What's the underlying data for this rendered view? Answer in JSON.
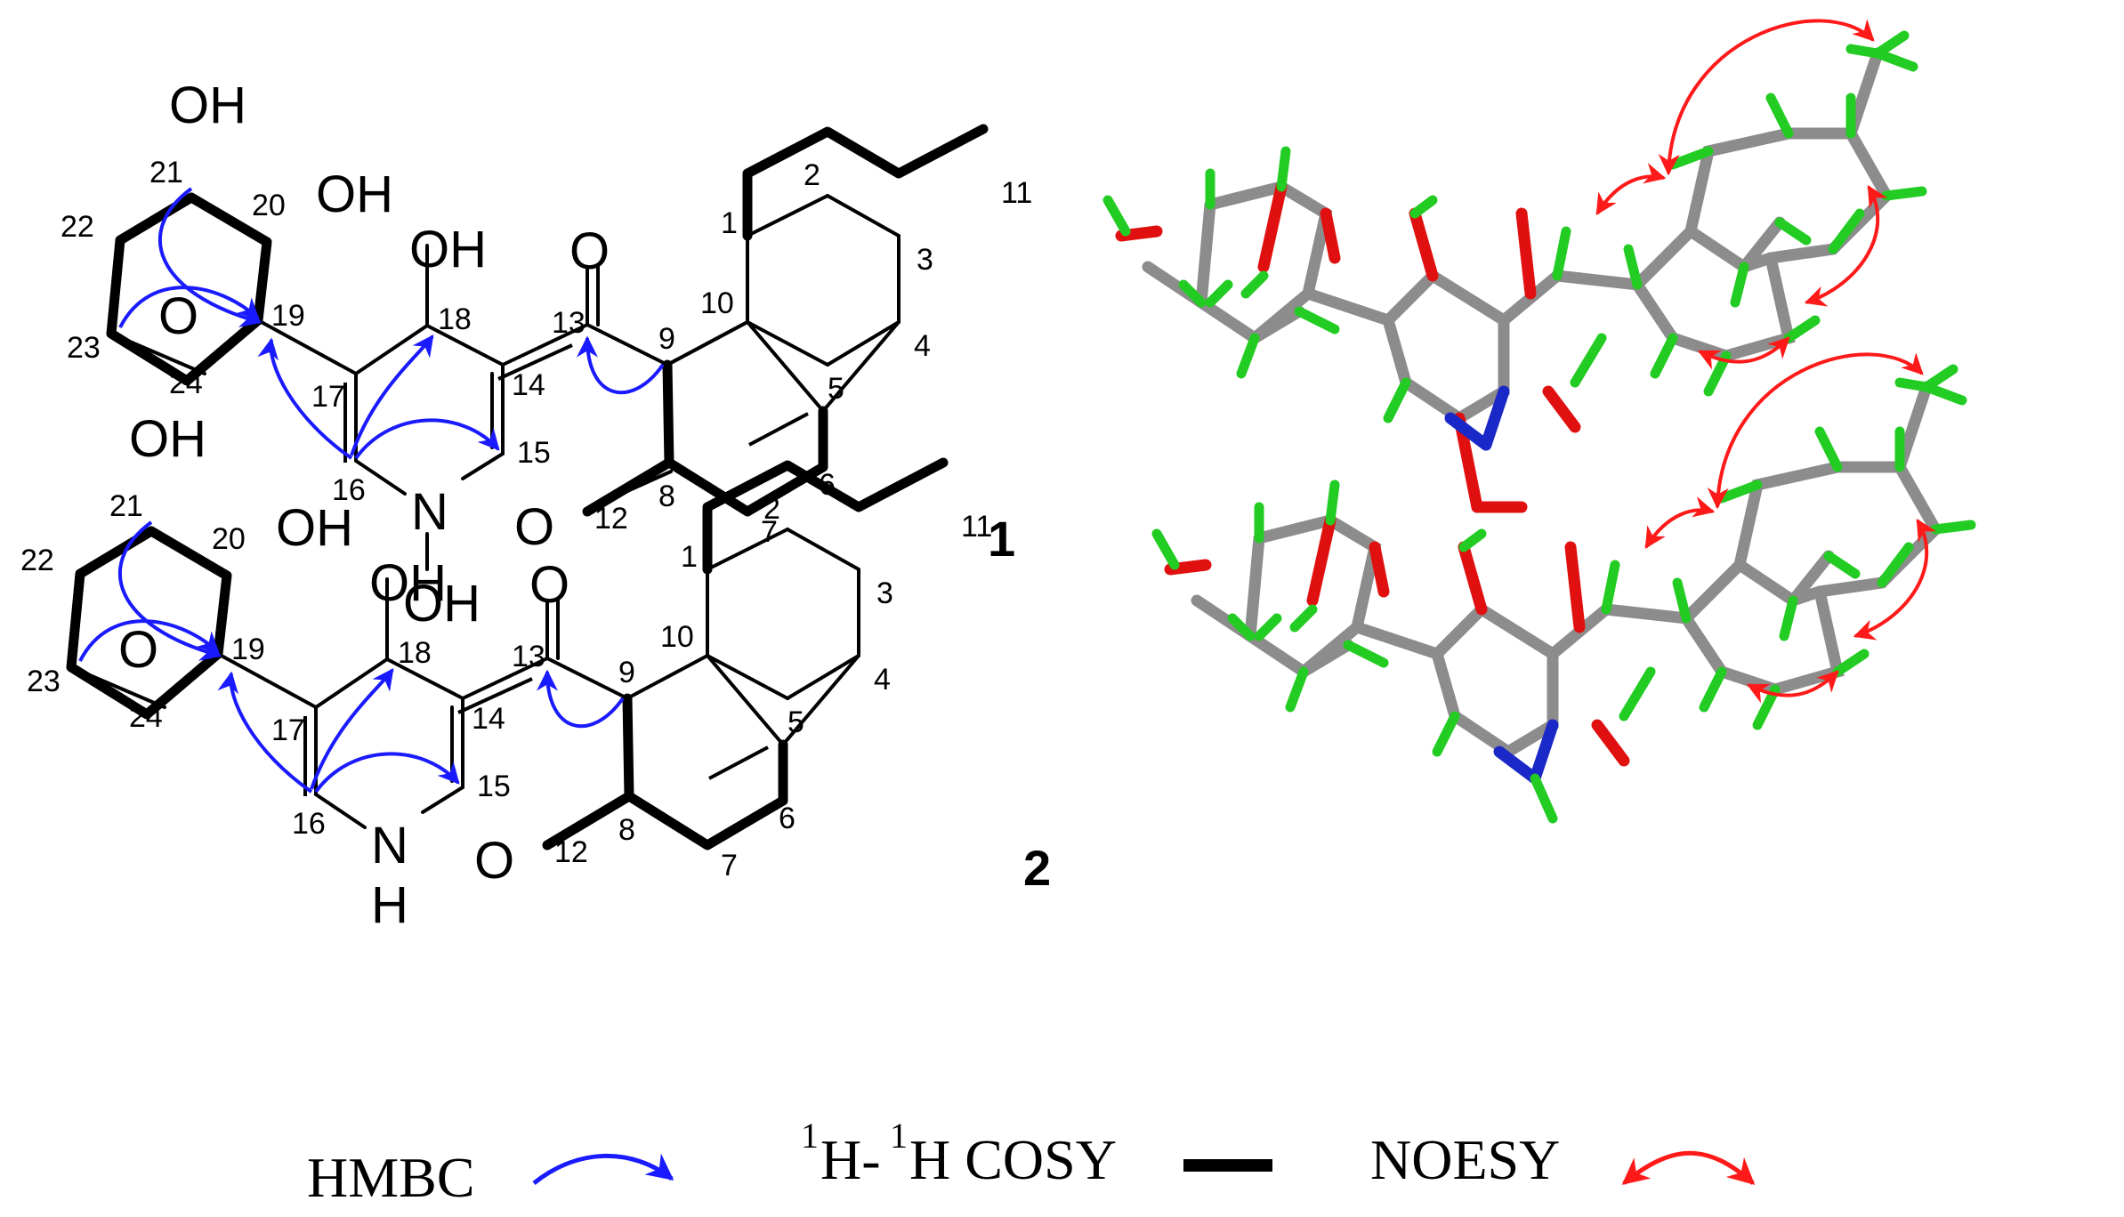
{
  "colors": {
    "hmbc": "#1a1aff",
    "noesy": "#ff1a1a",
    "bond": "#000000",
    "carbon": "#8c8c8c",
    "hydrogen": "#22cc22",
    "oxygen": "#e01010",
    "nitrogen": "#1a28c8"
  },
  "compounds": [
    {
      "label": "1",
      "atoms": {
        "OH21": "OH",
        "OH20": "OH",
        "OH18": "OH",
        "O13": "O",
        "O15": "O",
        "Oring": "O",
        "N": "N",
        "NOH": "OH"
      },
      "numbers": {
        "c1": "1",
        "c2": "2",
        "c3": "3",
        "c4": "4",
        "c5": "5",
        "c6": "6",
        "c7": "7",
        "c8": "8",
        "c9": "9",
        "c10": "10",
        "c11": "11",
        "c12": "12",
        "c13": "13",
        "c14": "14",
        "c15": "15",
        "c16": "16",
        "c17": "17",
        "c18": "18",
        "c19": "19",
        "c20": "20",
        "c21": "21",
        "c22": "22",
        "c23": "23",
        "c24": "24"
      }
    },
    {
      "label": "2",
      "atoms": {
        "OH21": "OH",
        "OH20": "OH",
        "OH18": "OH",
        "O13": "O",
        "O15": "O",
        "Oring": "O",
        "N": "N",
        "NH": "H"
      },
      "numbers": {
        "c1": "1",
        "c2": "2",
        "c3": "3",
        "c4": "4",
        "c5": "5",
        "c6": "6",
        "c7": "7",
        "c8": "8",
        "c9": "9",
        "c10": "10",
        "c11": "11",
        "c12": "12",
        "c13": "13",
        "c14": "14",
        "c15": "15",
        "c16": "16",
        "c17": "17",
        "c18": "18",
        "c19": "19",
        "c20": "20",
        "c21": "21",
        "c22": "22",
        "c23": "23",
        "c24": "24"
      }
    }
  ],
  "legend": {
    "hmbc": "HMBC",
    "cosy_sup1": "1",
    "cosy_h1": "H-",
    "cosy_sup2": "1",
    "cosy_h2": "H COSY",
    "noesy": "NOESY"
  }
}
